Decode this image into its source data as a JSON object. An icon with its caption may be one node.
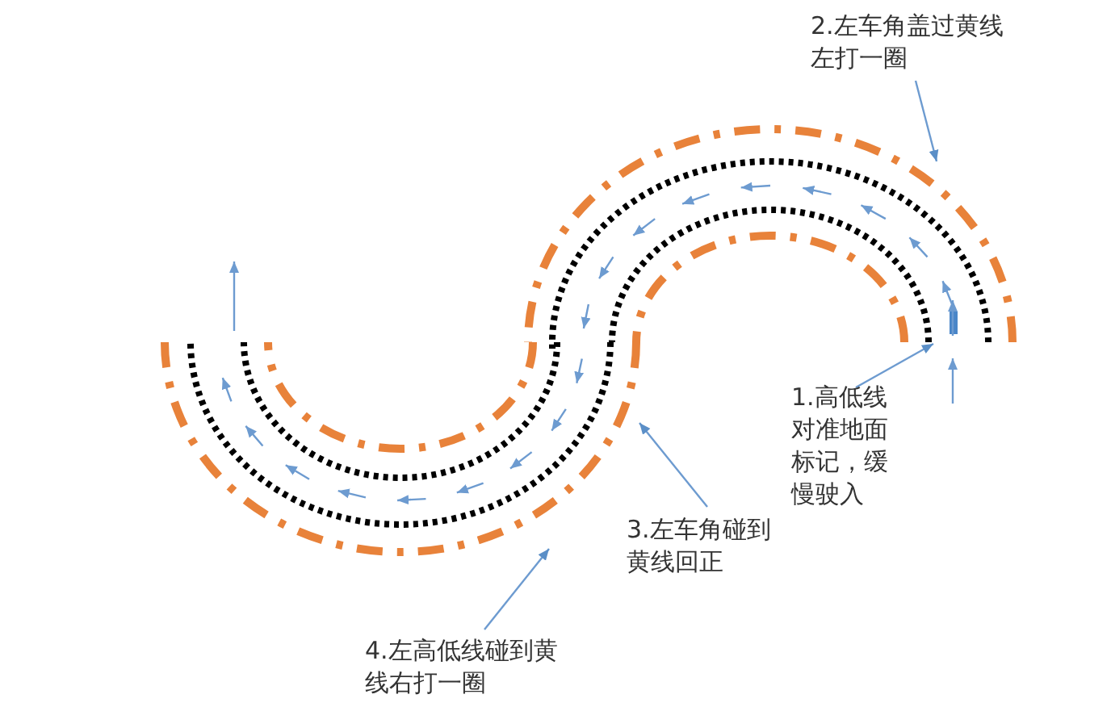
{
  "diagram": {
    "nodes": [
      {
        "text": [
          "2.左车角盖过黄线左打一圈"
        ]
      },
      {
        "text": [
          "1.高低线对准地面标记，缓慢驶入"
        ]
      },
      {
        "text": [
          "3.左车角碰到黄线回正"
        ]
      },
      {
        "text": [
          "4.左高低线碰到黄线右打一圈"
        ]
      }
    ],
    "edges": [
      {
        "from": 0,
        "to": null,
        "arrow": "to"
      },
      {
        "from": 1,
        "to": null,
        "arrow": "to"
      },
      {
        "from": 2,
        "to": null,
        "arrow": "to"
      },
      {
        "from": 3,
        "to": null,
        "arrow": "to"
      }
    ]
  }
}
